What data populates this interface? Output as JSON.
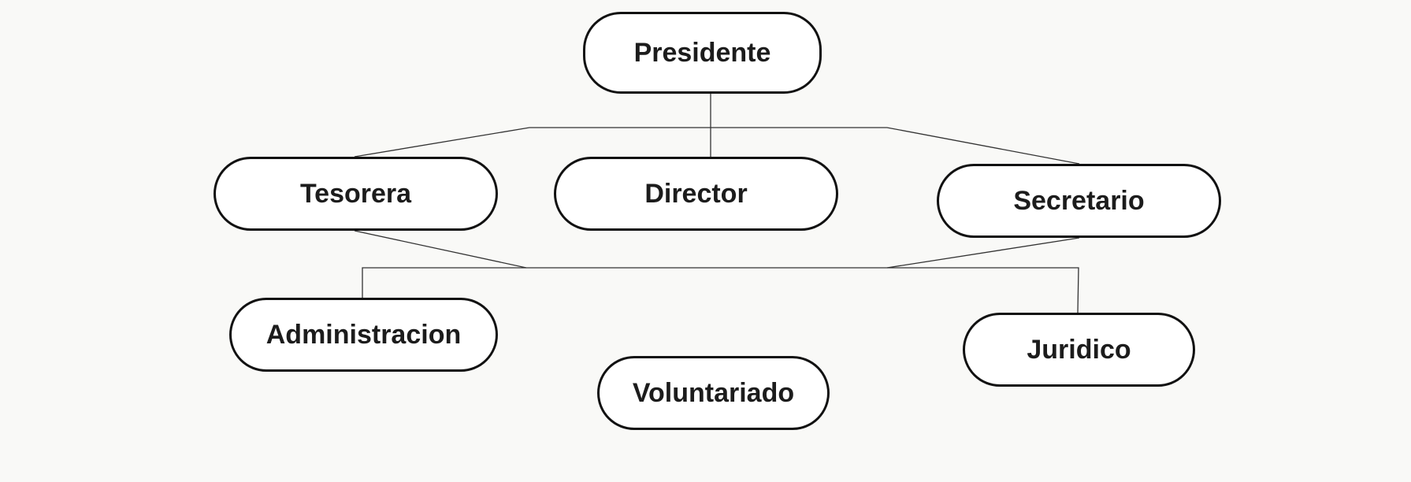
{
  "diagram": {
    "nodes": {
      "presidente": "Presidente",
      "tesorera": "Tesorera",
      "director": "Director",
      "secretario": "Secretario",
      "administracion": "Administracion",
      "voluntariado": "Voluntariado",
      "juridico": "Juridico"
    },
    "colors": {
      "background": "#f9f9f7",
      "node_fill": "#ffffff",
      "node_border": "#111111",
      "connector": "#333333",
      "text": "#1c1c1c"
    }
  }
}
